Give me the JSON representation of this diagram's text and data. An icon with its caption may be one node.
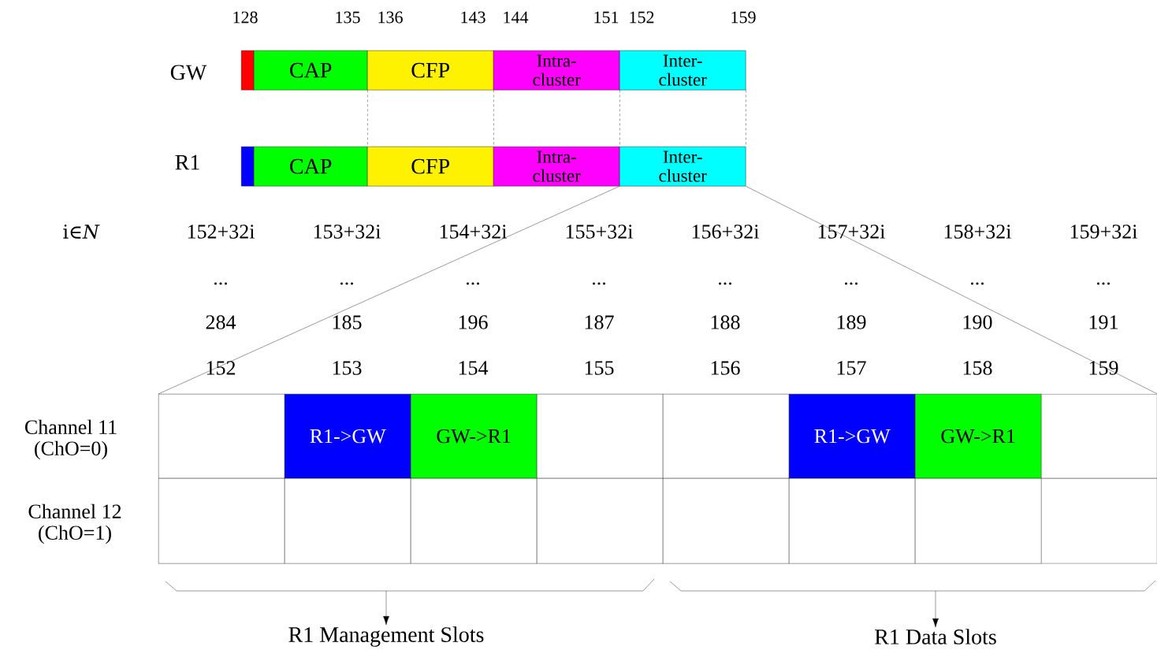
{
  "diagram": {
    "nodes": [
      {
        "text": [],
        "shape": "box"
      },
      {
        "text": [
          "CAP"
        ]
      },
      {
        "text": [
          "CFP"
        ]
      },
      {
        "text": [
          "Intra-cluster"
        ]
      },
      {
        "text": [
          "Inter-cluster"
        ]
      },
      {
        "text": [],
        "shape": "box"
      },
      {
        "text": [
          "CAP"
        ]
      },
      {
        "text": [
          "CFP"
        ]
      },
      {
        "text": [
          "Intra-cluster"
        ]
      },
      {
        "text": [
          "Inter-cluster"
        ]
      },
      {
        "text": [],
        "shape": "box"
      },
      {
        "text": [
          "R1->GW"
        ]
      },
      {
        "text": [
          "GW->R1"
        ]
      },
      {
        "text": [],
        "shape": "box"
      },
      {
        "text": [],
        "shape": "box"
      },
      {
        "text": [
          "R1->GW"
        ]
      },
      {
        "text": [
          "GW->R1"
        ]
      },
      {
        "text": [],
        "shape": "box"
      },
      {
        "text": [],
        "shape": "box"
      },
      {
        "text": [],
        "shape": "box"
      },
      {
        "text": [],
        "shape": "box"
      },
      {
        "text": [],
        "shape": "box"
      },
      {
        "text": [],
        "shape": "box"
      },
      {
        "text": [],
        "shape": "box"
      },
      {
        "text": [],
        "shape": "box"
      },
      {
        "text": [],
        "shape": "box"
      },
      {
        "text": [
          "R1 Management Slots"
        ]
      },
      {
        "text": [
          "R1 Data Slots"
        ]
      }
    ],
    "edges": [
      {
        "from": 1,
        "to": 6,
        "arrow": "none",
        "style": "dashed"
      },
      {
        "from": 2,
        "to": 7,
        "arrow": "none",
        "style": "dashed"
      },
      {
        "from": 3,
        "to": 8,
        "arrow": "none",
        "style": "dashed"
      },
      {
        "from": 4,
        "to": 9,
        "arrow": "none",
        "style": "dashed"
      },
      {
        "from": 9,
        "to": 10,
        "arrow": "none"
      },
      {
        "from": 9,
        "to": 17,
        "arrow": "none"
      },
      {
        "from": null,
        "to": 26,
        "arrow": "to"
      },
      {
        "from": null,
        "to": 27,
        "arrow": "to"
      }
    ],
    "labels": [
      "128",
      "135",
      "136",
      "143",
      "144",
      "151",
      "152",
      "159",
      "GW",
      "R1",
      "i∈*N*",
      "152+32i",
      "153+32i",
      "154+32i",
      "155+32i",
      "156+32i",
      "157+32i",
      "158+32i",
      "159+32i",
      "...",
      "...",
      "...",
      "...",
      "...",
      "...",
      "...",
      "...",
      "284",
      "185",
      "196",
      "187",
      "188",
      "189",
      "190",
      "191",
      "152",
      "153",
      "154",
      "155",
      "156",
      "157",
      "158",
      "159",
      "Channel 11 (ChO=0)",
      "Channel 12 (ChO=1)"
    ]
  }
}
